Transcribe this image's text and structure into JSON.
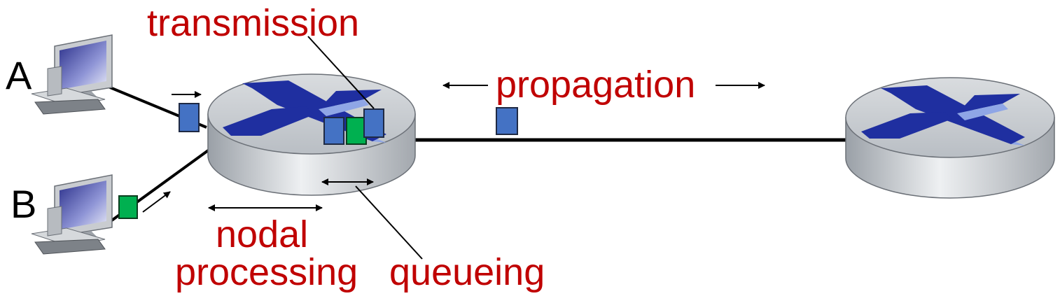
{
  "labels": {
    "transmission": "transmission",
    "propagation": "propagation",
    "nodal": "nodal",
    "processing": "processing",
    "queueing": "queueing",
    "host_a": "A",
    "host_b": "B"
  },
  "colors": {
    "label_red": "#c00000",
    "packet_blue": "#4472c4",
    "packet_green": "#00b050",
    "router_x": "#1f2fa0",
    "router_body": "#c8ccd1",
    "link": "#000000"
  },
  "icons": {
    "host": "computer-icon",
    "router": "router-icon"
  }
}
